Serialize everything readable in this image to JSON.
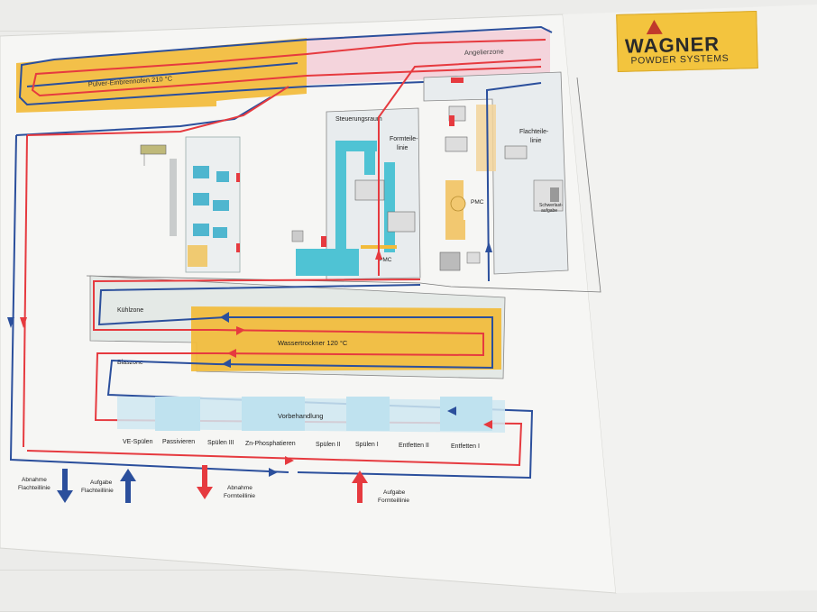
{
  "brand": {
    "name": "WAGNER",
    "tagline": "POWDER SYSTEMS"
  },
  "zones": {
    "oven": "Pulver-Einbrennofen 210 °C",
    "hanging": "Angelierzone",
    "control_room": "Steuerungsraum",
    "formteile_line": [
      "Formteile-",
      "linie"
    ],
    "flat_line": [
      "Flachteile-",
      "linie"
    ],
    "pmc_left": "PMC",
    "pmc_right": "PMC",
    "heavy": [
      "Schwerlast-",
      "aufgabe"
    ],
    "cooling": "Kühlzone",
    "dryer": "Wassertrockner 120 °C",
    "blowing": "Blaszone",
    "pretreatment": "Vorbehandlung"
  },
  "stations": [
    "VE-Spülen",
    "Passivieren",
    "Spülen III",
    "Zn-Phosphatieren",
    "Spülen II",
    "Spülen I",
    "Entfetten II",
    "Entfetten I"
  ],
  "arrows": {
    "unload_flat": [
      "Abnahme",
      "Flachteillinie"
    ],
    "load_flat": [
      "Aufgabe",
      "Flachteillinie"
    ],
    "unload_form": [
      "Abnahme",
      "Formteillinie"
    ],
    "load_form": [
      "Aufgabe",
      "Formteillinie"
    ]
  },
  "colors": {
    "red_line": "#e63a3f",
    "blue_line": "#2b4f9c",
    "oven_yellow": "#f2bb3a",
    "pretreat_blue": "#bfe2ef",
    "booth_cyan": "#4fc3d4"
  }
}
